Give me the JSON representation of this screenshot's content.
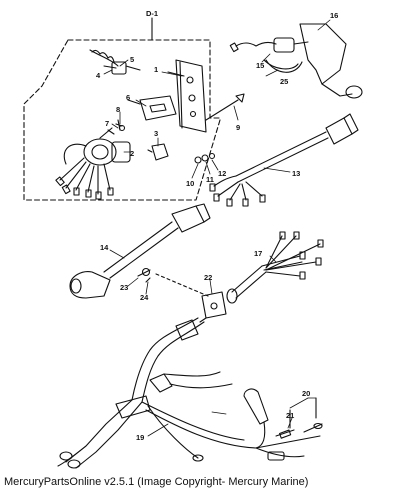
{
  "callouts": {
    "c01": "D-1",
    "c1": "1",
    "c2": "2",
    "c3": "3",
    "c4": "4",
    "c5": "5",
    "c6": "6",
    "c7": "7",
    "c8": "8",
    "c9": "9",
    "c10": "10",
    "c11": "11",
    "c12": "12",
    "c13": "13",
    "c14": "14",
    "c15": "15",
    "c16": "16",
    "c17": "17",
    "c19": "19",
    "c20": "20",
    "c21": "21",
    "c22": "22",
    "c23": "23",
    "c24": "24",
    "c25": "25"
  },
  "footer": "MercuryPartsOnline v2.5.1 (Image Copyright- Mercury Marine)"
}
